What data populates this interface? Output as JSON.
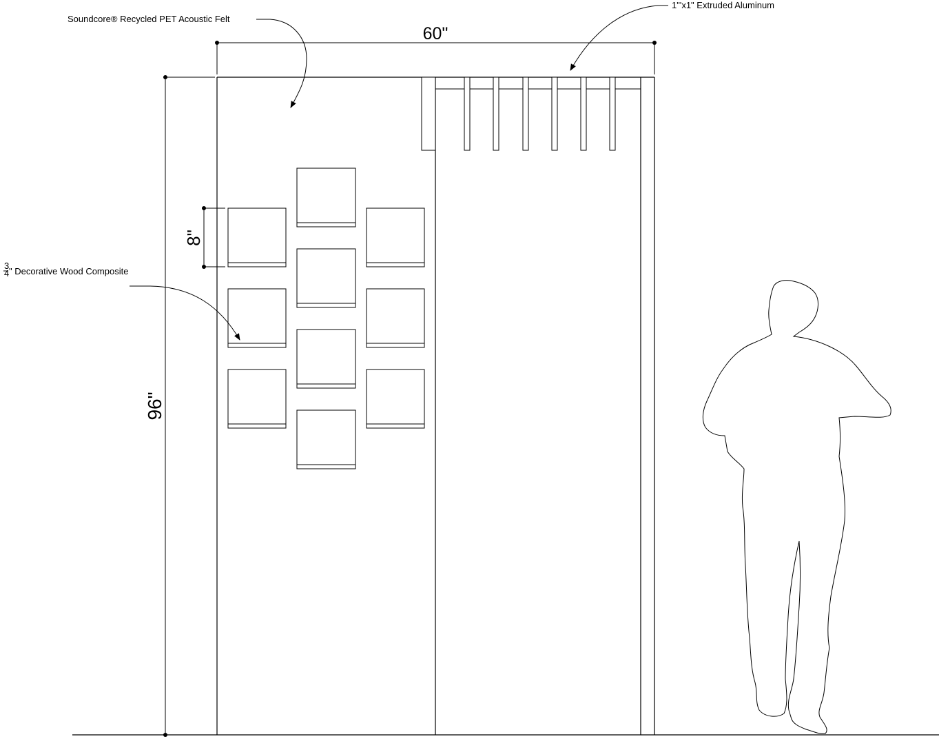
{
  "dimensions": {
    "width": "60\"",
    "height": "96\"",
    "panel_size": "8\""
  },
  "callouts": {
    "felt": "Soundcore® Recycled PET Acoustic Felt",
    "aluminum": "1\"'x1\" Extruded Aluminum",
    "wood_fraction_num": "3",
    "wood_fraction_den": "4",
    "wood": "\" Decorative Wood Composite"
  }
}
